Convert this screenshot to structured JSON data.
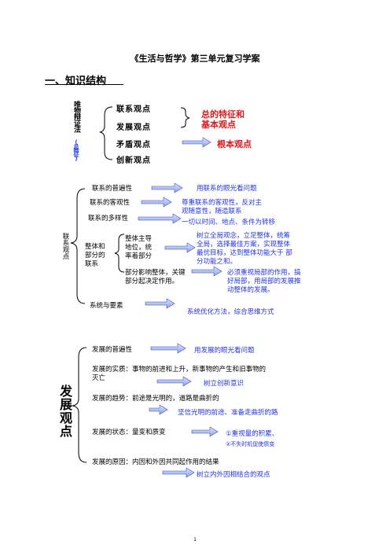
{
  "doc": {
    "title": "《生活与哲学》第三单元复习学案",
    "section": "一、知识结构",
    "page_number": "1"
  },
  "dialectics": {
    "vertical_label": "唯物辩证法",
    "sub_label": "(总特征)",
    "items": [
      "联系观点",
      "发展观点",
      "矛盾观点",
      "创新观点"
    ],
    "note1": "总的特征和",
    "note1b": "基本观点",
    "note2": "根本观点"
  },
  "connection": {
    "side_label": "联系观点",
    "universal": "联系的普遍性",
    "universal_result": "用联系的眼光看问题",
    "objective": "联系的客观性",
    "objective_result_1": "尊重联系的客观性，反对主",
    "objective_result_2": "观随意性，随造联系",
    "diverse": "联系的多样性",
    "diverse_result": "一切以时间、地点、条件为转移",
    "whole_label_1": "整体和",
    "whole_label_2": "部分的",
    "whole_label_3": "联系",
    "whole_lead_1": "整体主导",
    "whole_lead_2": "地位，统",
    "whole_lead_3": "率着部分",
    "whole_result_1": "树立全局观念，立足整体，统筹",
    "whole_result_2": "全局，选择最佳方案，实现整体",
    "whole_result_3": "最优目标，达到整体功能大于 部",
    "whole_result_4": "分功能之和。",
    "part_role_1": "部分影响整体，关键",
    "part_role_2": "部分起决定作用。",
    "part_result_1": "必须重视局部的作用，搞",
    "part_result_2": "好局部，用局部的发展推",
    "part_result_3": "动整体的发展。",
    "system": "系统与要素",
    "system_result": "系统优化方法，综合思维方式"
  },
  "development": {
    "side_label": "发展观点",
    "universal": "发展的普遍性",
    "universal_result": "用发展的眼光看问题",
    "essence_1": "发展的实质：事物的前进和上升，新事物的产生和旧事物的",
    "essence_2": "灭亡",
    "essence_result": "树立创新意识",
    "trend": "发展的趋势：前途是光明的，道路是曲折的",
    "trend_result": "坚信光明的前途、准备走曲折的路",
    "state": "发展的状态：量变和质变",
    "state_result_1": "①重视量的积累、",
    "state_result_2": "②不失时机促使质变",
    "cause": "发展的原因：内因和外因共同起作用的结果",
    "cause_result": "树立内外因相结合的观点"
  }
}
